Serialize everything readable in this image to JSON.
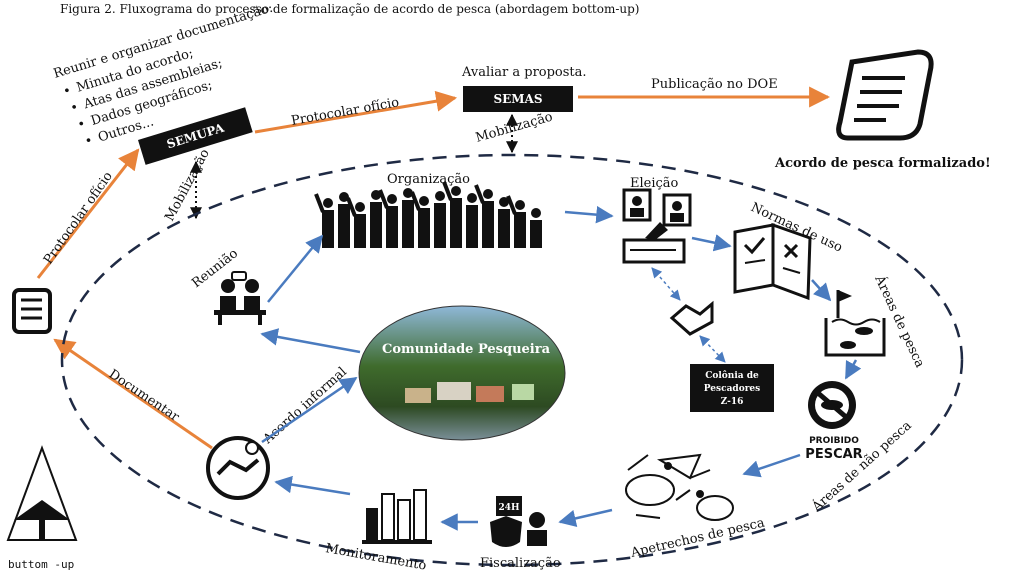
{
  "header": {
    "partial": "Figura 2. Fluxograma do processo de formalização de acordo de pesca (abordagem bottom-up)",
    "doc_title": "Reunir e organizar documentação:",
    "doc_items": [
      "Minuta do acordo;",
      "Atas das assembleias;",
      "Dados geográficos;",
      "Outros..."
    ]
  },
  "boxes": {
    "semupa": "SEMUPA",
    "semas": "SEMAS",
    "colonia": [
      "Colônia de",
      "Pescadores",
      "Z-16"
    ]
  },
  "flow_labels": {
    "avaliar": "Avaliar a proposta.",
    "protocolar_top": "Protocolar ofício",
    "publicacao": "Publicação no DOE",
    "protocolar_left": "Protocolar ofício",
    "mobilizacao_1": "Mobilização",
    "mobilizacao_2": "Mobilização",
    "documentar": "Documentar",
    "acordo_formalizado": "Acordo de pesca formalizado!"
  },
  "cycle": {
    "center": "Comunidade Pesqueira",
    "organizacao": "Organização",
    "eleicao": "Eleição",
    "normas": "Normas de uso",
    "areas_pesca": "Áreas de pesca",
    "proibido_1": "PROIBIDO",
    "proibido_2": "PESCAR",
    "areas_nao_pesca": "Áreas de não pesca",
    "apetrechos": "Apetrechos de pesca",
    "fiscalizacao": "Fiscalização",
    "h24": "24H",
    "monitoramento": "Monitoramento",
    "acordo_informal": "Acordo informal",
    "reuniao": "Reunião"
  },
  "corner": {
    "bottom_up": "buttom -up"
  },
  "colors": {
    "orange": "#e8833a",
    "blue": "#4a7bbf",
    "dark": "#111111",
    "navy": "#1f2a44"
  }
}
